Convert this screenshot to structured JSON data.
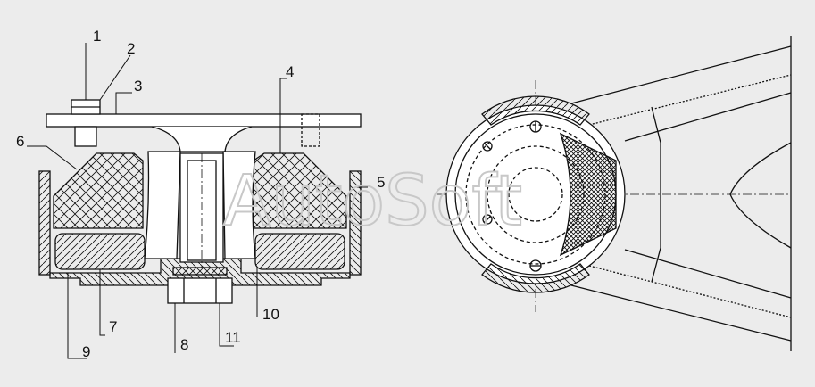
{
  "watermark": "AutoSoft",
  "callouts": [
    "1",
    "2",
    "3",
    "4",
    "5",
    "6",
    "7",
    "8",
    "9",
    "10",
    "11"
  ],
  "colors": {
    "line": "#111111",
    "paper": "#ececec",
    "watermark": "#c8c8c8"
  }
}
